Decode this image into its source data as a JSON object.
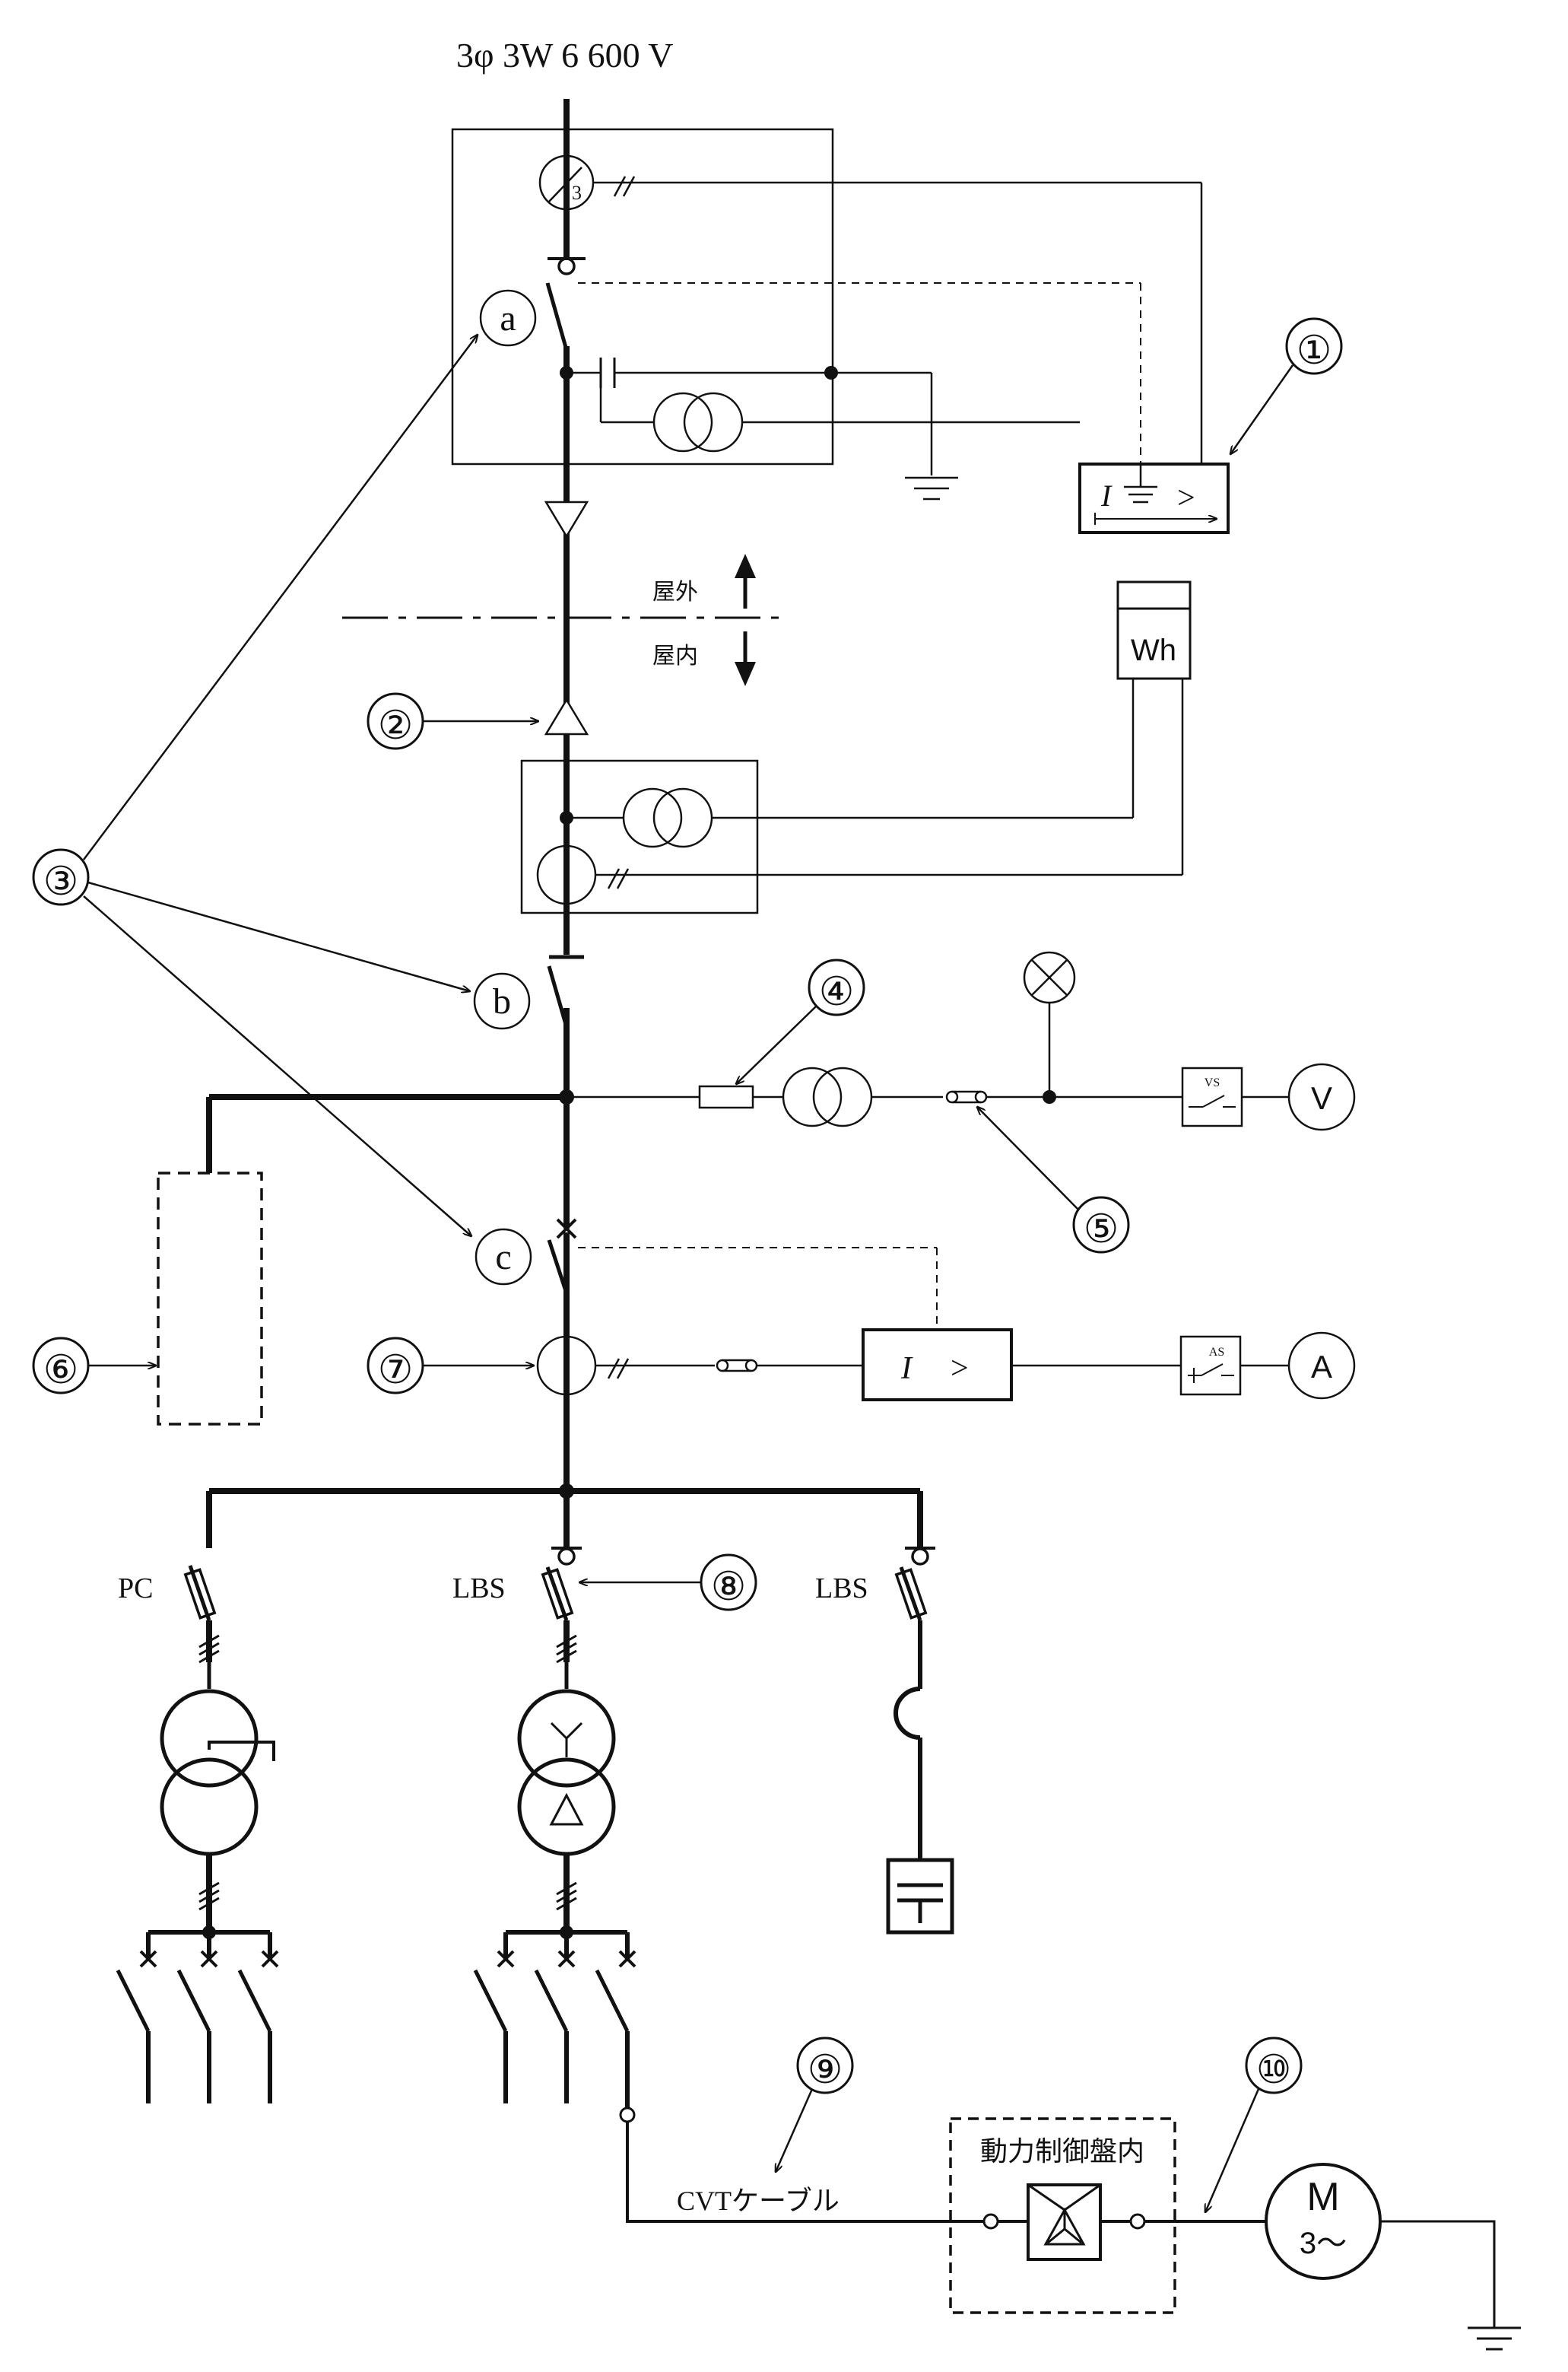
{
  "supply": {
    "label": "3φ 3W  6 600 V"
  },
  "boundary": {
    "outdoor": "屋外",
    "indoor": "屋内"
  },
  "meter": {
    "label": "Wh"
  },
  "callouts": {
    "c1": "①",
    "c2": "②",
    "c3": "③",
    "c4": "④",
    "c5": "⑤",
    "c6": "⑥",
    "c7": "⑦",
    "c8": "⑧",
    "c9": "⑨",
    "c10": "⑩"
  },
  "switch_letters": {
    "a": "a",
    "b": "b",
    "c": "c"
  },
  "zct": {
    "ratio": "3"
  },
  "relay_ground": {
    "i": "I",
    "gt": ">"
  },
  "relay_over": {
    "i": "I",
    "gt": ">"
  },
  "voltmeter": {
    "label": "V",
    "switch": "VS"
  },
  "ammeter": {
    "label": "A",
    "switch": "AS"
  },
  "feeders": {
    "pc": "PC",
    "lbs1": "LBS",
    "lbs2": "LBS"
  },
  "cable": {
    "label": "CVTケーブル"
  },
  "control_panel": {
    "label": "動力制御盤内"
  },
  "motor": {
    "m": "M",
    "phase": "3～"
  }
}
